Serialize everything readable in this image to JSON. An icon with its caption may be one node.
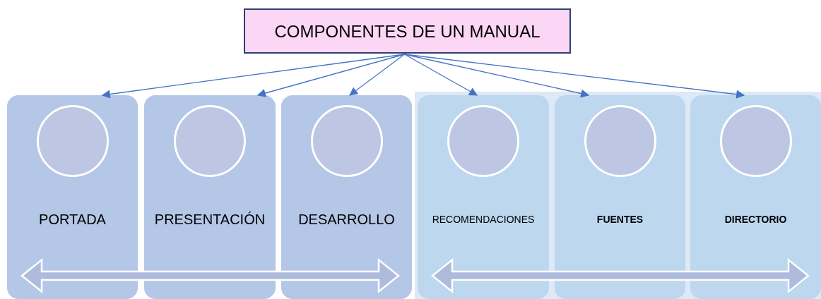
{
  "diagram": {
    "nodes": [
      {
        "text": [
          "COMPONENTES DE UN MANUAL"
        ]
      },
      {
        "text": [
          "PORTADA"
        ]
      },
      {
        "text": [],
        "shape": "circle",
        "in": 1
      },
      {
        "text": [
          "PRESENTACIÓN"
        ]
      },
      {
        "text": [],
        "shape": "circle",
        "in": 3
      },
      {
        "text": [
          "DESARROLLO"
        ]
      },
      {
        "text": [],
        "shape": "circle",
        "in": 5
      },
      {
        "text": [
          "RECOMENDACIONES"
        ]
      },
      {
        "text": [],
        "shape": "circle",
        "in": 7
      },
      {
        "text": [
          "FUENTES"
        ]
      },
      {
        "text": [],
        "shape": "circle",
        "in": 9
      },
      {
        "text": [
          "DIRECTORIO"
        ]
      },
      {
        "text": [],
        "shape": "circle",
        "in": 11
      }
    ],
    "edges": [
      {
        "from": 0,
        "to": 1,
        "arrow": "to"
      },
      {
        "from": 0,
        "to": 3,
        "arrow": "to"
      },
      {
        "from": 0,
        "to": 5,
        "arrow": "to"
      },
      {
        "from": 0,
        "to": 7,
        "arrow": "to"
      },
      {
        "from": 0,
        "to": 9,
        "arrow": "to"
      },
      {
        "from": 0,
        "to": 11,
        "arrow": "to"
      }
    ]
  }
}
